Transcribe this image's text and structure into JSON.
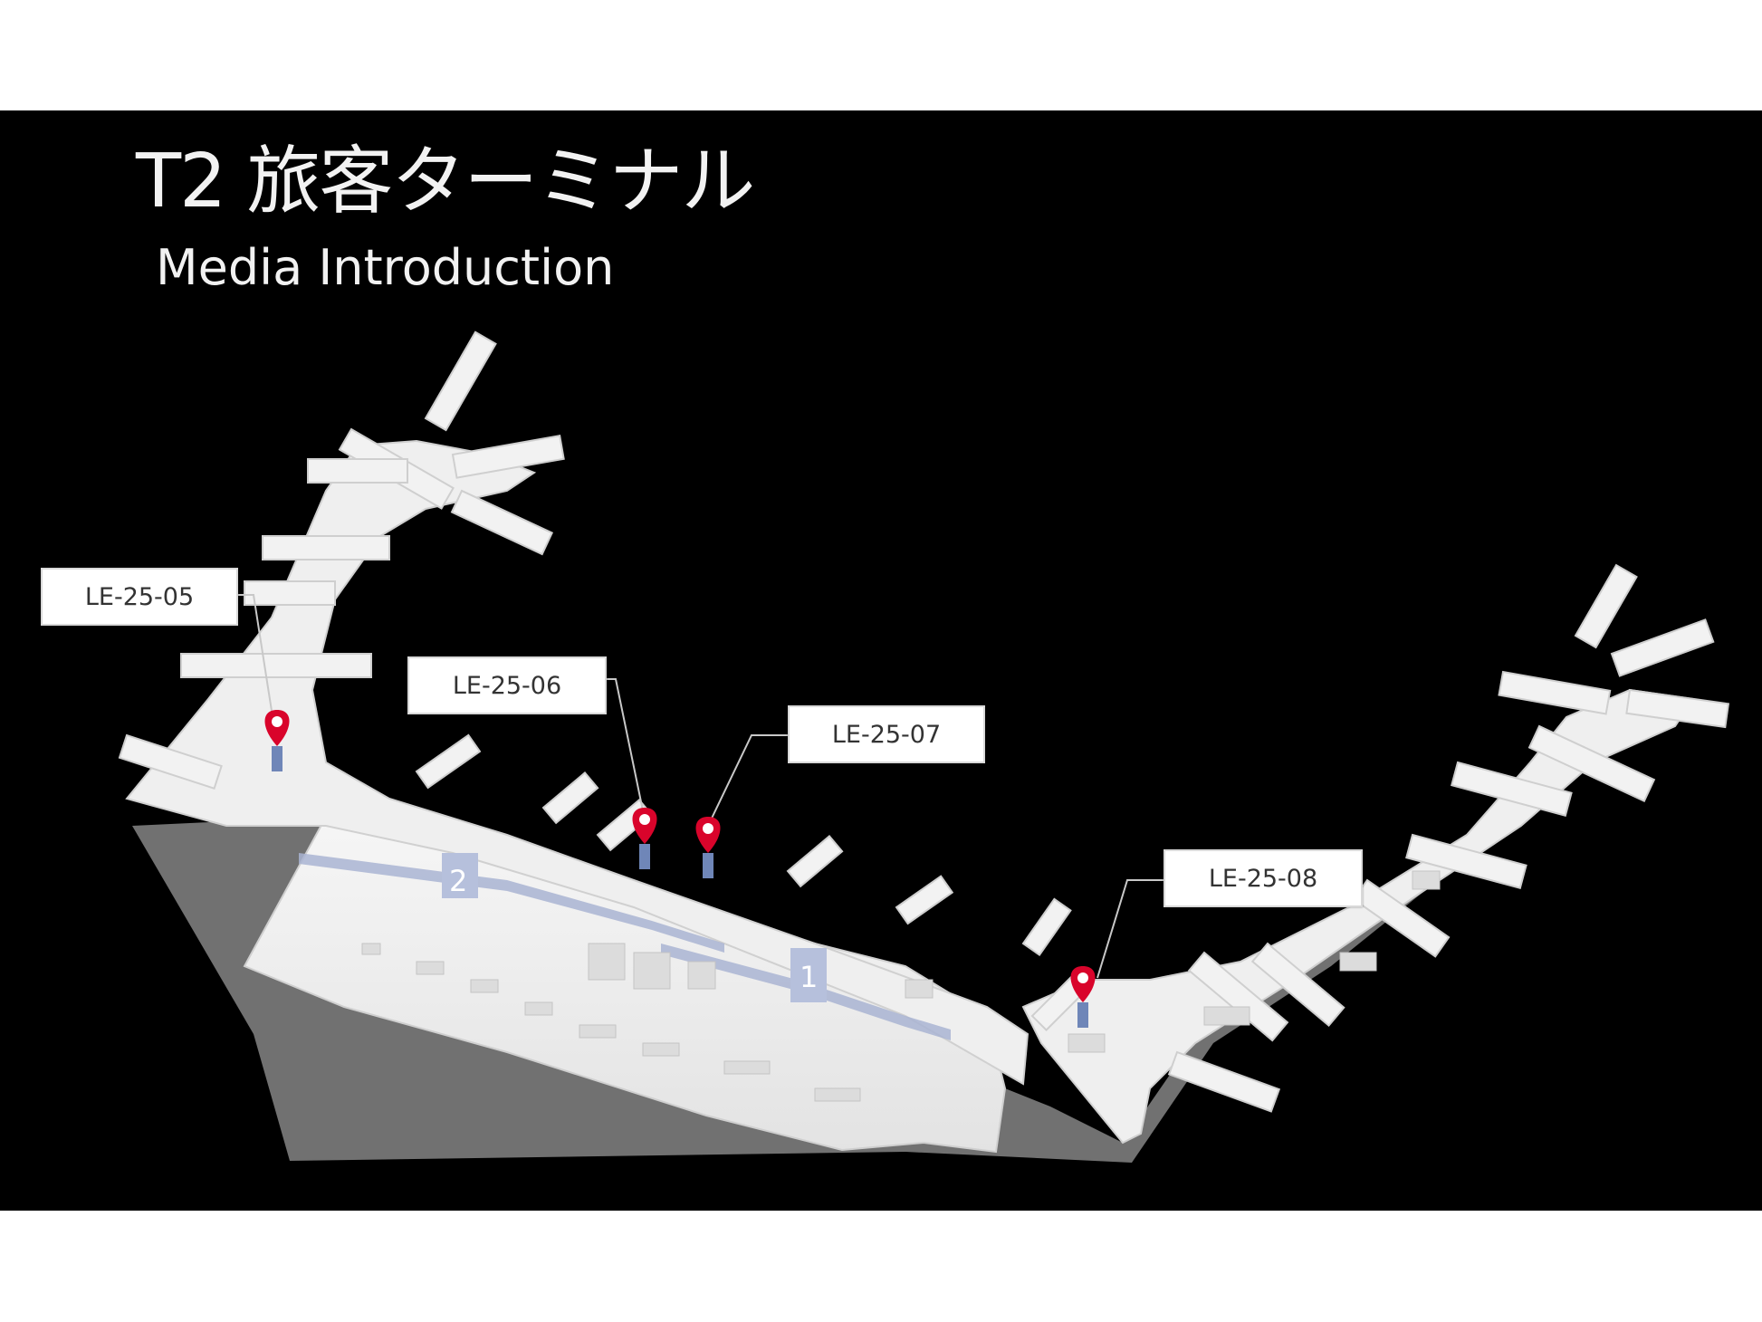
{
  "header": {
    "title": "T2 旅客ターミナル",
    "subtitle": "Media Introduction"
  },
  "map": {
    "floor_numbers": [
      "2",
      "1"
    ],
    "locations": [
      {
        "id": "LE-25-05"
      },
      {
        "id": "LE-25-06"
      },
      {
        "id": "LE-25-07"
      },
      {
        "id": "LE-25-08"
      }
    ]
  },
  "colors": {
    "background": "#000000",
    "terminal": "#eeeeee",
    "pin": "#d9042b",
    "pin_base": "#6f86b8",
    "road": "#a9b4d2"
  }
}
